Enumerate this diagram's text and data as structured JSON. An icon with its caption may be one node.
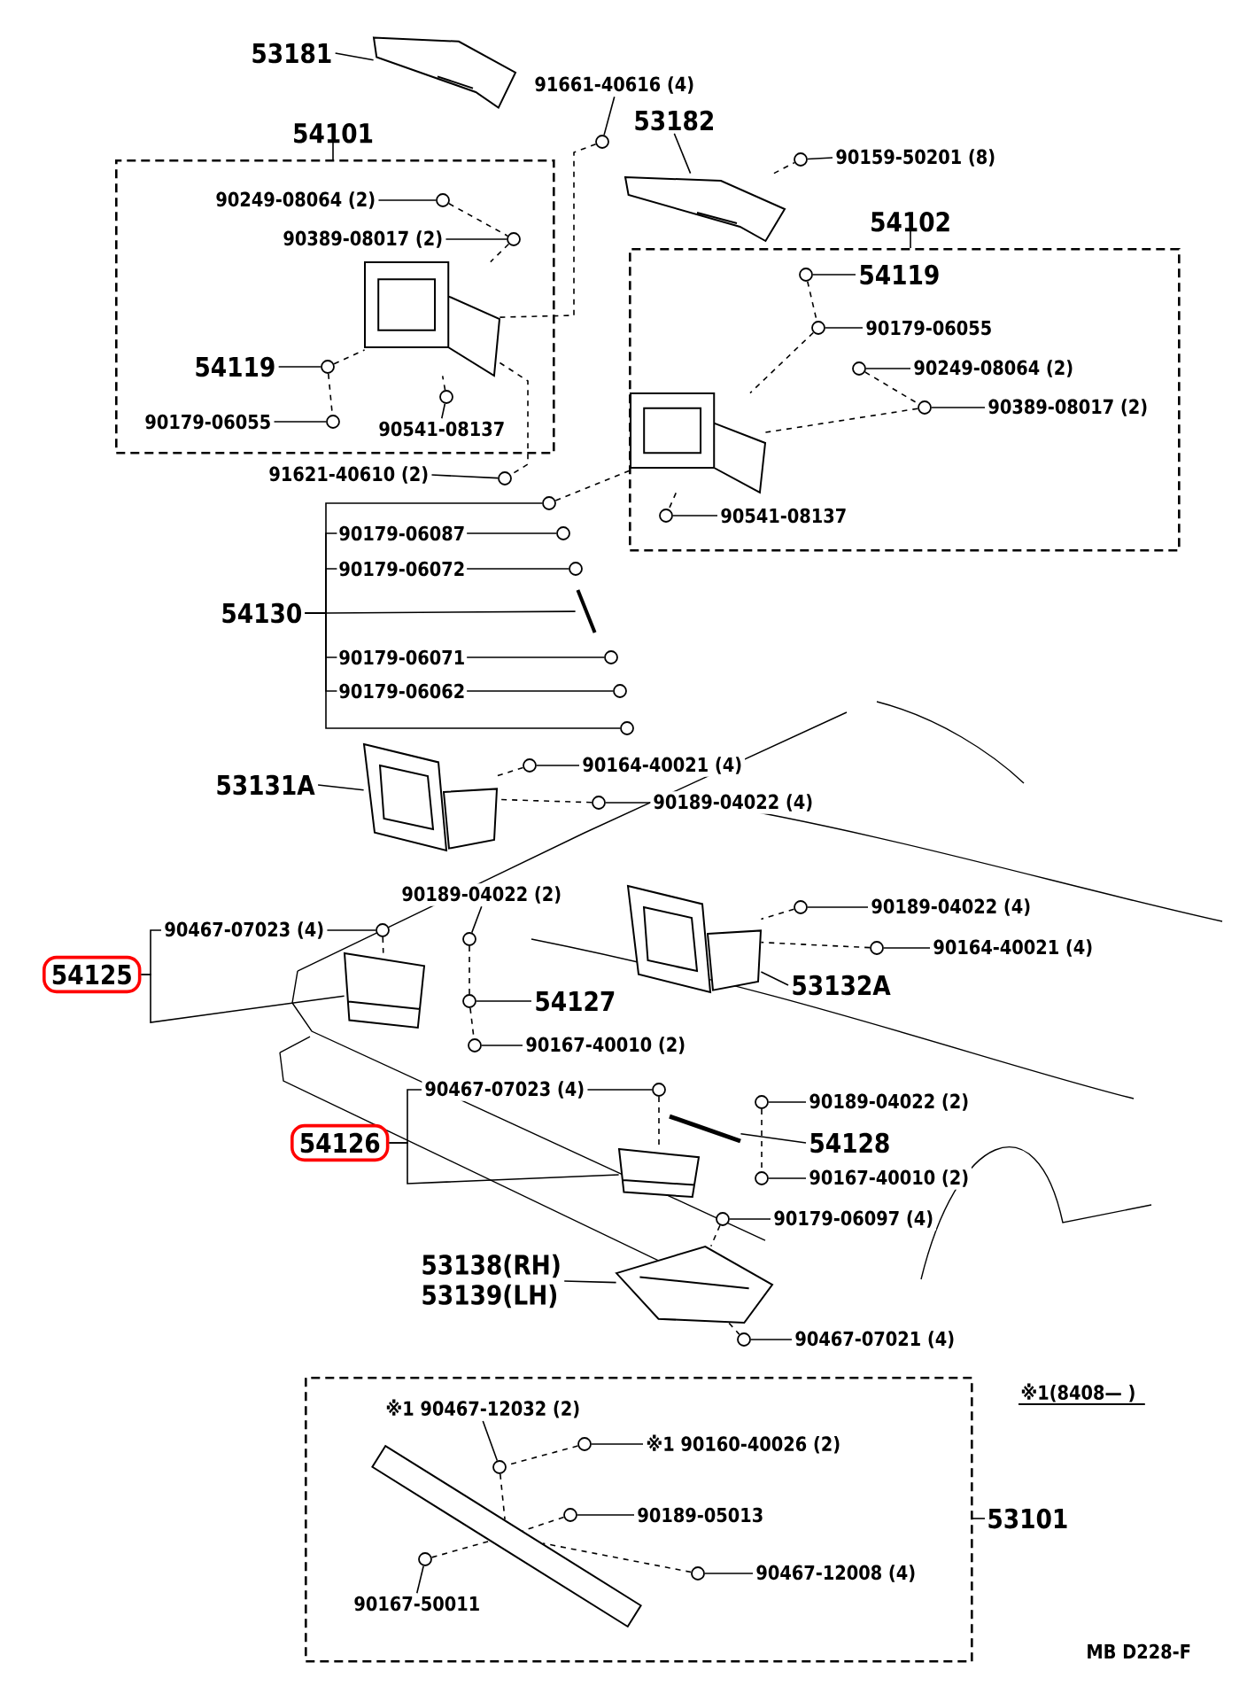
{
  "diagram": {
    "nodes": [
      {
        "text": [
          "53181"
        ]
      },
      {
        "text": [
          "91661-40616 (4)"
        ]
      },
      {
        "text": [
          "53182"
        ]
      },
      {
        "text": [
          "90159-50201 (8)"
        ]
      },
      {
        "text": [
          "54101"
        ]
      },
      {
        "text": [
          "90249-08064 (2)"
        ],
        "in": 4
      },
      {
        "text": [
          "90389-08017 (2)"
        ],
        "in": 4
      },
      {
        "text": [
          "54119"
        ],
        "in": 4
      },
      {
        "text": [
          "90179-06055"
        ],
        "in": 4
      },
      {
        "text": [
          "90541-08137"
        ],
        "in": 4
      },
      {
        "text": [
          "54102"
        ]
      },
      {
        "text": [
          "54119"
        ],
        "in": 10
      },
      {
        "text": [
          "90179-06055"
        ],
        "in": 10
      },
      {
        "text": [
          "90249-08064 (2)"
        ],
        "in": 10
      },
      {
        "text": [
          "90389-08017 (2)"
        ],
        "in": 10
      },
      {
        "text": [
          "91621-40610 (2)"
        ]
      },
      {
        "text": [
          "90541-08137"
        ],
        "in": 10
      },
      {
        "text": [
          "54130"
        ]
      },
      {
        "text": [
          "53131A"
        ]
      },
      {
        "text": [
          "90164-40021 (4)"
        ]
      },
      {
        "text": [
          "90189-04022 (4)"
        ]
      },
      {
        "text": [
          "90189-04022 (2)"
        ]
      },
      {
        "text": [
          "90189-04022 (4)"
        ]
      },
      {
        "text": [
          "54125"
        ]
      },
      {
        "text": [
          "90164-40021 (4)"
        ]
      },
      {
        "text": [
          "53132A"
        ]
      },
      {
        "text": [
          "54127"
        ]
      },
      {
        "text": [
          "90167-40010 (2)"
        ]
      },
      {
        "text": [
          "54126"
        ]
      },
      {
        "text": [
          "90189-04022 (2)"
        ]
      },
      {
        "text": [
          "54128"
        ]
      },
      {
        "text": [
          "90167-40010 (2)"
        ]
      },
      {
        "text": [
          "90179-06097 (4)"
        ]
      },
      {
        "text": [
          "53138(RH)",
          "53139(LH)"
        ]
      },
      {
        "text": [
          "90467-07021 (4)"
        ]
      },
      {
        "text": [
          "53101"
        ]
      },
      {
        "text": [
          "※1 90467-12032 (2)"
        ],
        "in": 35
      },
      {
        "text": [
          "※1 90160-40026 (2)"
        ],
        "in": 35
      },
      {
        "text": [
          "90189-05013"
        ],
        "in": 35
      },
      {
        "text": [
          "90467-12008 (4)"
        ],
        "in": 35
      },
      {
        "text": [
          "90167-50011"
        ],
        "in": 35
      },
      {
        "text": [],
        "shape": "picture"
      },
      {
        "text": [],
        "shape": "circle"
      },
      {
        "text": [],
        "shape": "picture"
      },
      {
        "text": [],
        "shape": "circle"
      },
      {
        "text": [],
        "shape": "circle",
        "in": 4
      },
      {
        "text": [],
        "shape": "circle",
        "in": 4
      },
      {
        "text": [],
        "shape": "picture",
        "in": 4
      },
      {
        "text": [],
        "shape": "circle",
        "in": 4
      },
      {
        "text": [],
        "shape": "circle",
        "in": 4
      },
      {
        "text": [],
        "shape": "circle",
        "in": 4
      },
      {
        "text": [],
        "shape": "circle"
      },
      {
        "text": [],
        "shape": "circle",
        "in": 10
      },
      {
        "text": [],
        "shape": "circle",
        "in": 10
      },
      {
        "text": [],
        "shape": "circle",
        "in": 10
      },
      {
        "text": [],
        "shape": "circle",
        "in": 10
      },
      {
        "text": [],
        "shape": "picture",
        "in": 10
      },
      {
        "text": [],
        "shape": "circle",
        "in": 10
      },
      {
        "text": [],
        "shape": "circle"
      },
      {
        "text": [],
        "shape": "circle"
      },
      {
        "text": [],
        "shape": "circle"
      },
      {
        "text": [],
        "shape": "picture"
      },
      {
        "text": [],
        "shape": "circle"
      },
      {
        "text": [],
        "shape": "circle"
      },
      {
        "text": [],
        "shape": "circle"
      },
      {
        "text": [],
        "shape": "picture"
      },
      {
        "text": [],
        "shape": "circle"
      },
      {
        "text": [],
        "shape": "circle"
      },
      {
        "text": [],
        "shape": "circle"
      },
      {
        "text": [],
        "shape": "circle"
      },
      {
        "text": [],
        "shape": "picture"
      },
      {
        "text": [],
        "shape": "circle"
      },
      {
        "text": [],
        "shape": "circle"
      },
      {
        "text": [],
        "shape": "picture"
      },
      {
        "text": [],
        "shape": "circle"
      },
      {
        "text": [],
        "shape": "circle"
      },
      {
        "text": [],
        "shape": "circle"
      },
      {
        "text": [],
        "shape": "picture"
      },
      {
        "text": [],
        "shape": "circle"
      },
      {
        "text": [],
        "shape": "picture"
      },
      {
        "text": [],
        "shape": "circle"
      },
      {
        "text": [],
        "shape": "circle"
      },
      {
        "text": [],
        "shape": "picture"
      },
      {
        "text": [],
        "shape": "circle"
      },
      {
        "text": [],
        "shape": "circle",
        "in": 35
      },
      {
        "text": [],
        "shape": "circle",
        "in": 35
      },
      {
        "text": [],
        "shape": "circle",
        "in": 35
      },
      {
        "text": [],
        "shape": "circle",
        "in": 35
      },
      {
        "text": [],
        "shape": "circle",
        "in": 35
      },
      {
        "text": [],
        "shape": "picture",
        "in": 35
      },
      {
        "text": [
          "90467-07023 (4)"
        ]
      },
      {
        "text": [
          "90467-07023 (4)"
        ]
      }
    ],
    "edges": [
      {
        "from": 0,
        "to": 41,
        "arrow": "none"
      },
      {
        "from": 1,
        "to": 42,
        "arrow": "none"
      },
      {
        "from": 2,
        "to": 43,
        "arrow": "none"
      },
      {
        "from": 3,
        "to": 44,
        "arrow": "none"
      },
      {
        "from": 5,
        "to": 45,
        "arrow": "none"
      },
      {
        "from": 6,
        "to": 46,
        "arrow": "none"
      },
      {
        "from": 7,
        "to": 48,
        "arrow": "none"
      },
      {
        "from": 8,
        "to": 49,
        "arrow": "none"
      },
      {
        "from": 9,
        "to": 50,
        "arrow": "none"
      },
      {
        "from": 15,
        "to": 51,
        "arrow": "none"
      },
      {
        "from": 11,
        "to": 52,
        "arrow": "none"
      },
      {
        "from": 12,
        "to": 53,
        "arrow": "none"
      },
      {
        "from": 13,
        "to": 54,
        "arrow": "none"
      },
      {
        "from": 14,
        "to": 55,
        "arrow": "none"
      },
      {
        "from": 16,
        "to": 57,
        "arrow": "none"
      },
      {
        "from": 17,
        "to": 58,
        "arrow": "none"
      },
      {
        "from": 17,
        "to": 59,
        "arrow": "none",
        "label": "90179-06087"
      },
      {
        "from": 17,
        "to": 60,
        "arrow": "none",
        "label": "90179-06072"
      },
      {
        "from": 17,
        "to": 61,
        "arrow": "none"
      },
      {
        "from": 17,
        "to": 62,
        "arrow": "none",
        "label": "90179-06071"
      },
      {
        "from": 17,
        "to": 63,
        "arrow": "none",
        "label": "90179-06062"
      },
      {
        "from": 17,
        "to": 64,
        "arrow": "none"
      },
      {
        "from": 18,
        "to": 65,
        "arrow": "none"
      },
      {
        "from": 19,
        "to": 66,
        "arrow": "none"
      },
      {
        "from": 20,
        "to": 67,
        "arrow": "none"
      },
      {
        "from": 21,
        "to": 68,
        "arrow": "none"
      },
      {
        "from": 22,
        "to": 74,
        "arrow": "none"
      },
      {
        "from": 24,
        "to": 75,
        "arrow": "none"
      },
      {
        "from": 23,
        "to": 90,
        "arrow": "none"
      },
      {
        "from": 23,
        "to": 70,
        "arrow": "none"
      },
      {
        "from": 25,
        "to": 73,
        "arrow": "none"
      },
      {
        "from": 26,
        "to": 71,
        "arrow": "none"
      },
      {
        "from": 27,
        "to": 72,
        "arrow": "none"
      },
      {
        "from": 28,
        "to": 91,
        "arrow": "none"
      },
      {
        "from": 28,
        "to": 77,
        "arrow": "none"
      },
      {
        "from": 29,
        "to": 78,
        "arrow": "none"
      },
      {
        "from": 30,
        "to": 79,
        "arrow": "none"
      },
      {
        "from": 31,
        "to": 80,
        "arrow": "none"
      },
      {
        "from": 32,
        "to": 81,
        "arrow": "none"
      },
      {
        "from": 33,
        "to": 82,
        "arrow": "none"
      },
      {
        "from": 34,
        "to": 83,
        "arrow": "none"
      },
      {
        "from": 36,
        "to": 84,
        "arrow": "none"
      },
      {
        "from": 37,
        "to": 85,
        "arrow": "none"
      },
      {
        "from": 38,
        "to": 86,
        "arrow": "none"
      },
      {
        "from": 39,
        "to": 87,
        "arrow": "none"
      },
      {
        "from": 40,
        "to": 88,
        "arrow": "none"
      },
      {
        "from": 45,
        "to": 46,
        "arrow": "none",
        "style": "dashed"
      },
      {
        "from": 46,
        "to": 47,
        "arrow": "none",
        "style": "dashed"
      },
      {
        "from": 48,
        "to": 49,
        "arrow": "none",
        "style": "dashed"
      },
      {
        "from": 48,
        "to": 47,
        "arrow": "none",
        "style": "dashed"
      },
      {
        "from": 50,
        "to": 47,
        "arrow": "none",
        "style": "dashed"
      },
      {
        "from": 47,
        "to": 42,
        "arrow": "none",
        "style": "dashed"
      },
      {
        "from": 47,
        "to": 51,
        "arrow": "none",
        "style": "dashed"
      },
      {
        "from": 43,
        "to": 44,
        "arrow": "none",
        "style": "dashed"
      },
      {
        "from": 52,
        "to": 53,
        "arrow": "none",
        "style": "dashed"
      },
      {
        "from": 53,
        "to": 56,
        "arrow": "none",
        "style": "dashed"
      },
      {
        "from": 54,
        "to": 55,
        "arrow": "none",
        "style": "dashed"
      },
      {
        "from": 55,
        "to": 56,
        "arrow": "none",
        "style": "dashed"
      },
      {
        "from": 56,
        "to": 57,
        "arrow": "none",
        "style": "dashed"
      },
      {
        "from": 58,
        "to": 56,
        "arrow": "none",
        "style": "dashed"
      },
      {
        "from": 66,
        "to": 65,
        "arrow": "none",
        "style": "dashed"
      },
      {
        "from": 67,
        "to": 65,
        "arrow": "none",
        "style": "dashed"
      },
      {
        "from": 69,
        "to": 70,
        "arrow": "none",
        "style": "dashed"
      },
      {
        "from": 68,
        "to": 71,
        "arrow": "none",
        "style": "dashed"
      },
      {
        "from": 71,
        "to": 72,
        "arrow": "none",
        "style": "dashed"
      },
      {
        "from": 74,
        "to": 73,
        "arrow": "none",
        "style": "dashed"
      },
      {
        "from": 75,
        "to": 73,
        "arrow": "none",
        "style": "dashed"
      },
      {
        "from": 76,
        "to": 77,
        "arrow": "none",
        "style": "dashed"
      },
      {
        "from": 78,
        "to": 80,
        "arrow": "none",
        "style": "dashed"
      },
      {
        "from": 81,
        "to": 82,
        "arrow": "none",
        "style": "dashed"
      },
      {
        "from": 82,
        "to": 83,
        "arrow": "none",
        "style": "dashed"
      },
      {
        "from": 85,
        "to": 84,
        "arrow": "none",
        "style": "dashed"
      },
      {
        "from": 84,
        "to": 89,
        "arrow": "none",
        "style": "dashed"
      },
      {
        "from": 86,
        "to": 89,
        "arrow": "none",
        "style": "dashed"
      },
      {
        "from": 87,
        "to": 89,
        "arrow": "none",
        "style": "dashed"
      },
      {
        "from": 88,
        "to": 89,
        "arrow": "none",
        "style": "dashed"
      },
      {
        "from": 90,
        "to": 69,
        "arrow": "none"
      },
      {
        "from": 91,
        "to": 76,
        "arrow": "none"
      }
    ],
    "labels": [
      "※1(8408— )",
      "MB D228-F"
    ]
  }
}
